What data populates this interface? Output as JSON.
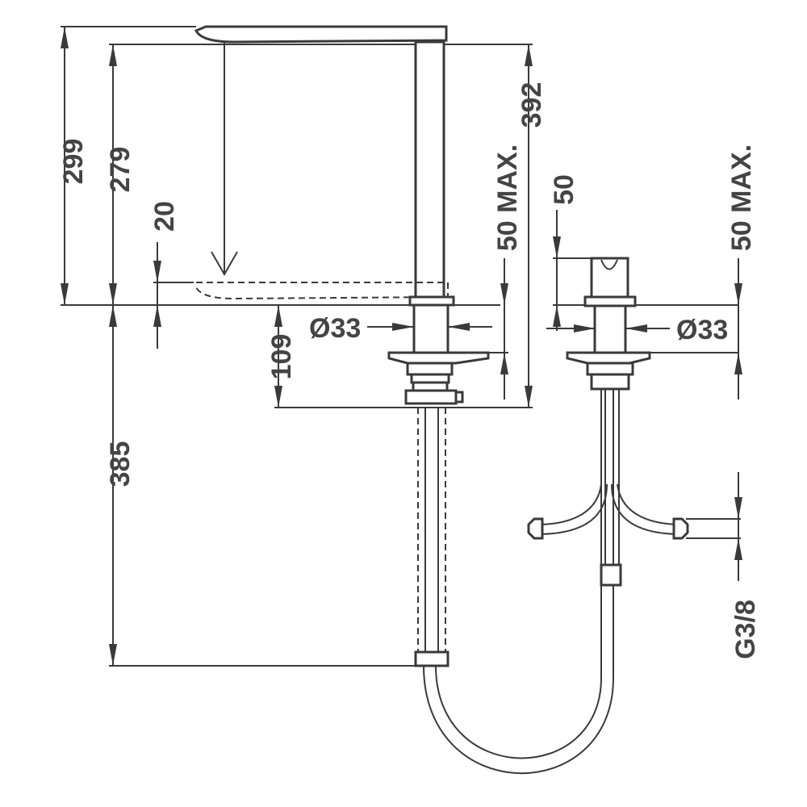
{
  "dimensions": {
    "total_height": "299",
    "spout_height": "279",
    "spout_offset": "20",
    "base_height": "109",
    "hose_length": "385",
    "deck_thickness_left": "50 MAX.",
    "overall_height": "392",
    "handle_height": "50",
    "deck_thickness_right": "50 MAX.",
    "diameter_left": "Ø33",
    "diameter_right": "Ø33",
    "thread": "G3/8"
  }
}
